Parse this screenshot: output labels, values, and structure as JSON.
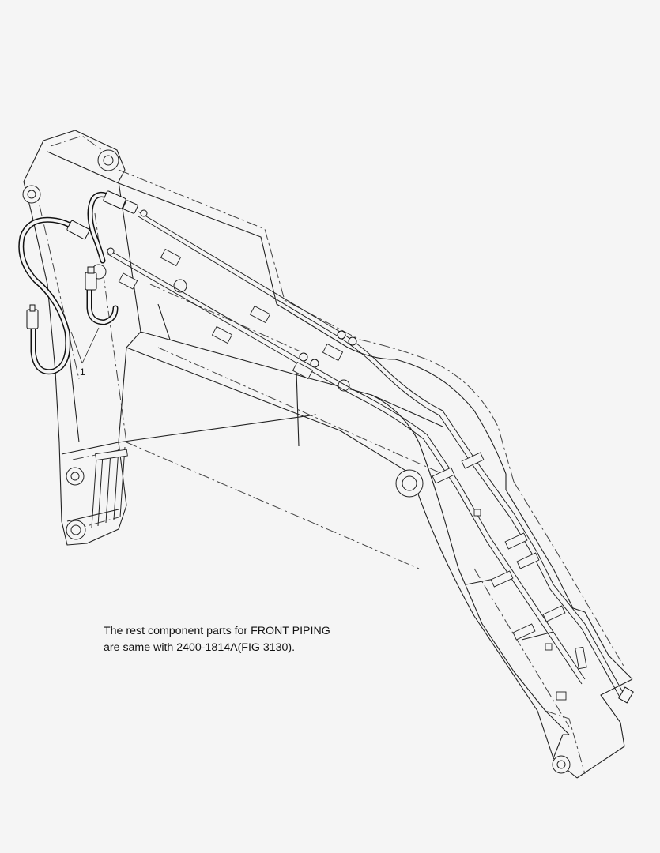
{
  "drawing": {
    "callouts": [
      {
        "label": "1"
      }
    ]
  },
  "note": {
    "line1": "The rest component parts for FRONT PIPING",
    "line2": "are same with 2400-1814A(FIG 3130)."
  }
}
